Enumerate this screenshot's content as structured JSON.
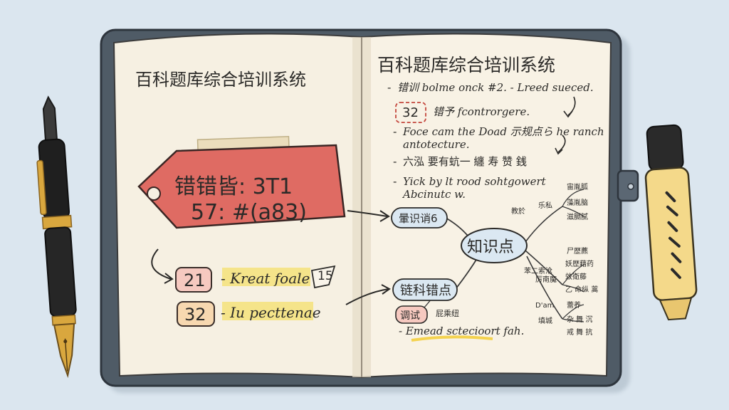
{
  "colors": {
    "background": "#dbe6ef",
    "cover": "#4f5b66",
    "paper": "#f6f0e2",
    "tag_red": "#df6b63",
    "highlight_yellow": "#f4e27a",
    "badge_pink": "#f6c9c0",
    "badge_peach": "#f7d8b0",
    "bubble_blue": "#dbe8f2",
    "pen_black": "#1f1f1f",
    "pen_gold": "#d9a73e",
    "marker_yellow": "#f4d98a"
  },
  "left_page": {
    "title": "百科题库综合培训系统",
    "tag": {
      "line1": "错错皆: 3T1",
      "line2": "57: #(a83)"
    },
    "items": [
      {
        "badge": "21",
        "text": "- Kreat foale"
      },
      {
        "badge": "32",
        "text": "- Iu pecttenae"
      }
    ],
    "corner_badge": "15"
  },
  "right_page": {
    "title": "百科题库综合培训系统",
    "notes": [
      {
        "prefix": "-",
        "text": "错训 bolme onck #2. - Lreed sueced."
      },
      {
        "badge": "32",
        "text": "错予 fcontrorgere."
      },
      {
        "prefix": "-",
        "text": "Foce cam the Doad 示规点ら he ranch"
      },
      {
        "prefix": "",
        "text": "antotecture."
      },
      {
        "prefix": "-",
        "text": "六泓 要有蚢一 纏 寿 赞 銭"
      },
      {
        "prefix": "-",
        "text": "Yick by lt rood sohtgowert"
      },
      {
        "prefix": "",
        "text": "Abcinutc w."
      }
    ],
    "mindmap": {
      "center": "知识点",
      "nodes": [
        "暈识诮6",
        "链科错点",
        "调试"
      ],
      "small_notes": [
        "屁乘纽"
      ],
      "branch_labels": [
        "教於",
        "乐私",
        "宙胤胍",
        "藻胤脑",
        "滋膈腻",
        "尸歴藨",
        "苯二索沧",
        "妖歴藉药",
        "厉南魔",
        "效衛藤",
        "乙 命纵 蒿",
        "D'am",
        "蕾养",
        "填城",
        "杂 舞 沉",
        "戒 舞 抗"
      ]
    },
    "footer": "- Emead sctecioort fah."
  }
}
